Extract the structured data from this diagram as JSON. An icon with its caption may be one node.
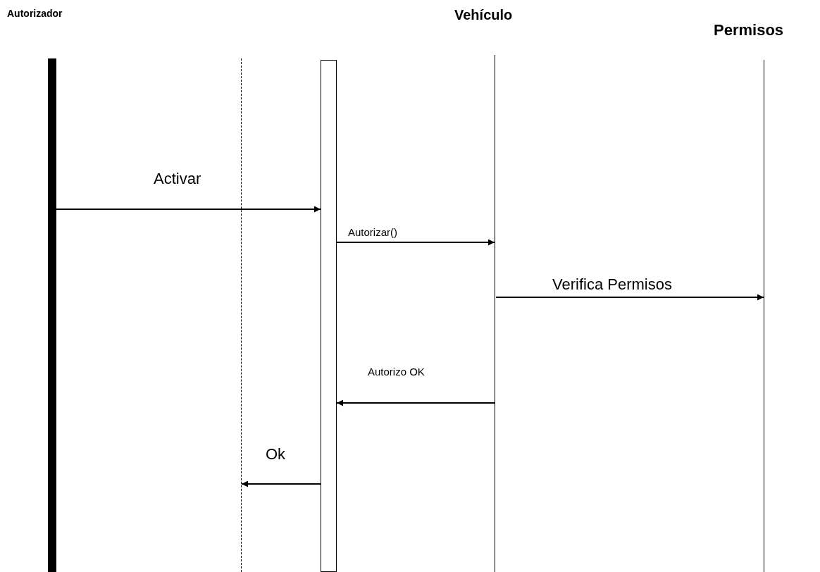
{
  "diagram": {
    "nodes": [
      {
        "text": [
          "Autorizador"
        ]
      },
      {
        "text": [],
        "shape": "bar"
      },
      {
        "text": [],
        "shape": "box"
      },
      {
        "text": [
          "Vehículo"
        ]
      },
      {
        "text": [
          "Permisos"
        ]
      }
    ],
    "edges": [
      {
        "from": 0,
        "to": 2,
        "arrow": "to",
        "label": "Activar"
      },
      {
        "from": 2,
        "to": 3,
        "arrow": "to",
        "label": "Autorizar()"
      },
      {
        "from": 3,
        "to": 4,
        "arrow": "to",
        "label": "Verifica Permisos"
      },
      {
        "from": 3,
        "to": 2,
        "arrow": "to",
        "label": "Autorizo OK"
      },
      {
        "from": 2,
        "to": 1,
        "arrow": "to",
        "label": "Ok"
      }
    ]
  }
}
